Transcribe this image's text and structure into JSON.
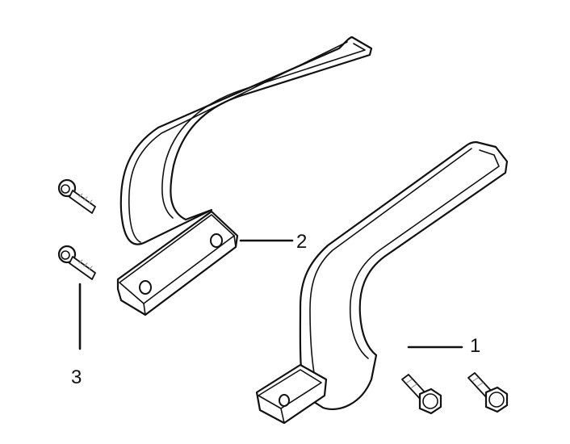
{
  "colors": {
    "outline": "#111111",
    "fill": "#ffffff",
    "bolt_shade": "#9a9a9a"
  },
  "callouts": [
    {
      "number": "1",
      "part": "handle-bracket-right"
    },
    {
      "number": "2",
      "part": "handle-bracket-left"
    },
    {
      "number": "3",
      "part": "bolt-set"
    }
  ]
}
